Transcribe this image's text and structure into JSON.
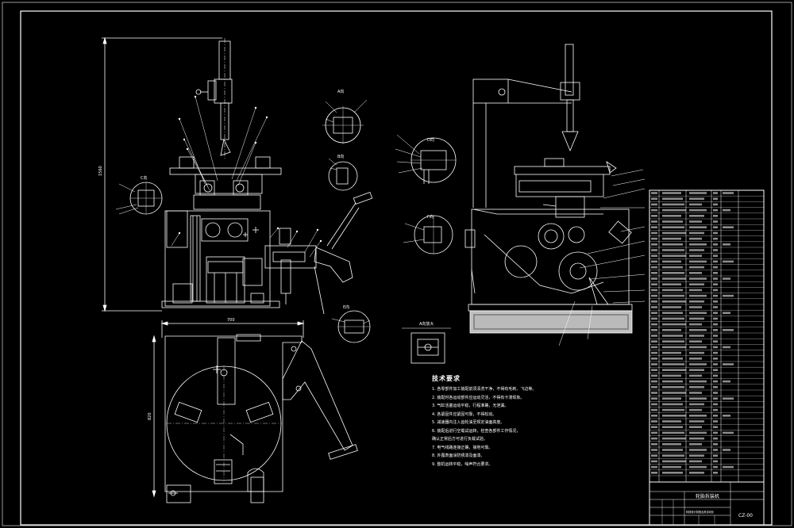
{
  "colors": {
    "background": "#000000",
    "line": "#ffffff",
    "hatch": "#d8d8d8"
  },
  "section_labels": {
    "a": "A向",
    "b": "B向",
    "c": "C向",
    "d": "D向",
    "e": "E向",
    "f": "F向",
    "g": "A向放大"
  },
  "dimensions": {
    "overall_height": "1560",
    "base_width": "700",
    "plate_depth": "820"
  },
  "tech_notes": {
    "title": "技术要求",
    "lines": [
      "1. 各零部件加工装配前须清洗干净，不得有毛刺、飞边等。",
      "2. 装配时各运动部件应运动灵活，不得有卡滞现象。",
      "3. 气缸活塞运动平稳，行程准确，无泄漏。",
      "4. 各紧固件应紧固可靠，不得松动。",
      "5. 减速器内注入齿轮油至规定油面高度。",
      "6. 装配后进行空载试运转，检查各部件工作情况，",
      "   确认正常后方可进行负载试验。",
      "7. 电气线路连接正确，接地可靠。",
      "8. 外露表面涂防锈漆及面漆。",
      "9. 整机运转平稳，噪声符合要求。"
    ]
  },
  "title_block": {
    "drawing_name": "轮胎拆装机",
    "drawing_no": "CZ-00",
    "company": "机械设计制造及其自动化"
  }
}
